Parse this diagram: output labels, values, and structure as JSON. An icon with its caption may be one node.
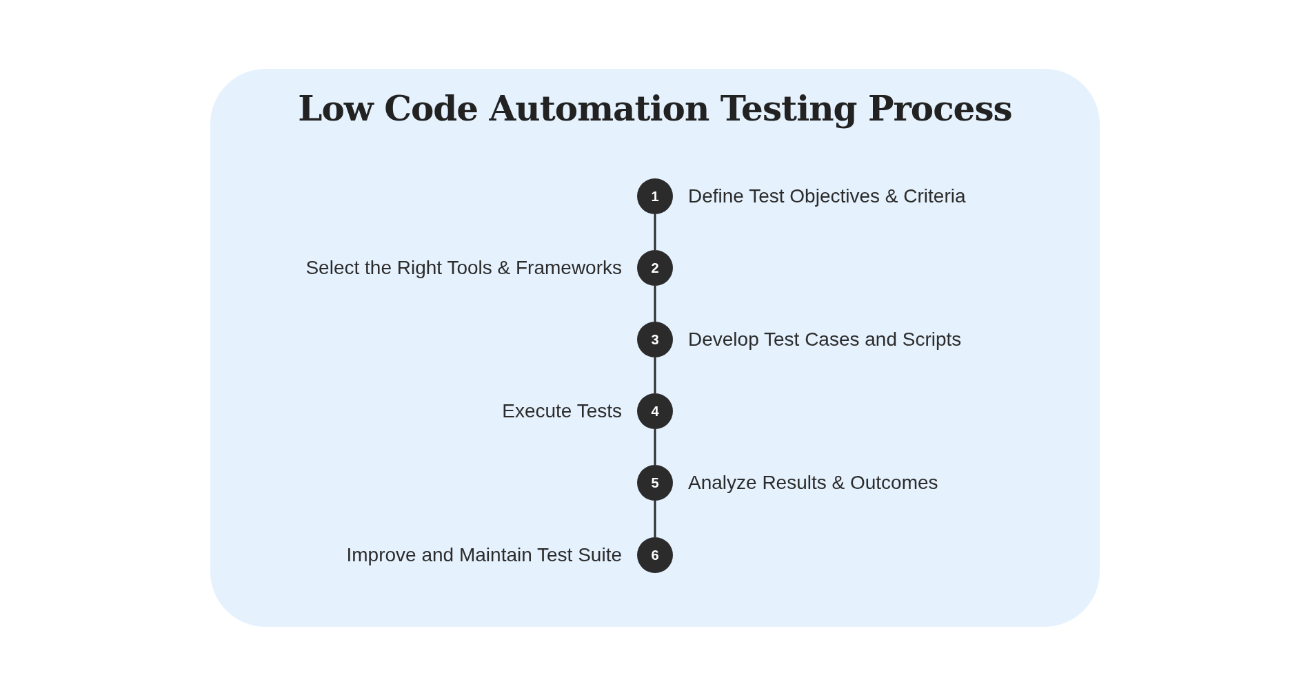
{
  "diagram": {
    "title": "Low Code Automation Testing Process",
    "nodes": [
      {
        "text": [
          "1"
        ],
        "beside": [
          "Define Test Objectives & Criteria"
        ]
      },
      {
        "text": [
          "2"
        ],
        "beside": [
          "Select the Right Tools & Frameworks"
        ]
      },
      {
        "text": [
          "3"
        ],
        "beside": [
          "Develop Test Cases and Scripts"
        ]
      },
      {
        "text": [
          "4"
        ],
        "beside": [
          "Execute Tests"
        ]
      },
      {
        "text": [
          "5"
        ],
        "beside": [
          "Analyze Results & Outcomes"
        ]
      },
      {
        "text": [
          "6"
        ],
        "beside": [
          "Improve and Maintain Test Suite"
        ]
      }
    ],
    "edges": [
      {
        "from": 0,
        "to": 1,
        "arrow": "none"
      },
      {
        "from": 1,
        "to": 2,
        "arrow": "none"
      },
      {
        "from": 2,
        "to": 3,
        "arrow": "none"
      },
      {
        "from": 3,
        "to": 4,
        "arrow": "none"
      },
      {
        "from": 4,
        "to": 5,
        "arrow": "none"
      }
    ]
  }
}
